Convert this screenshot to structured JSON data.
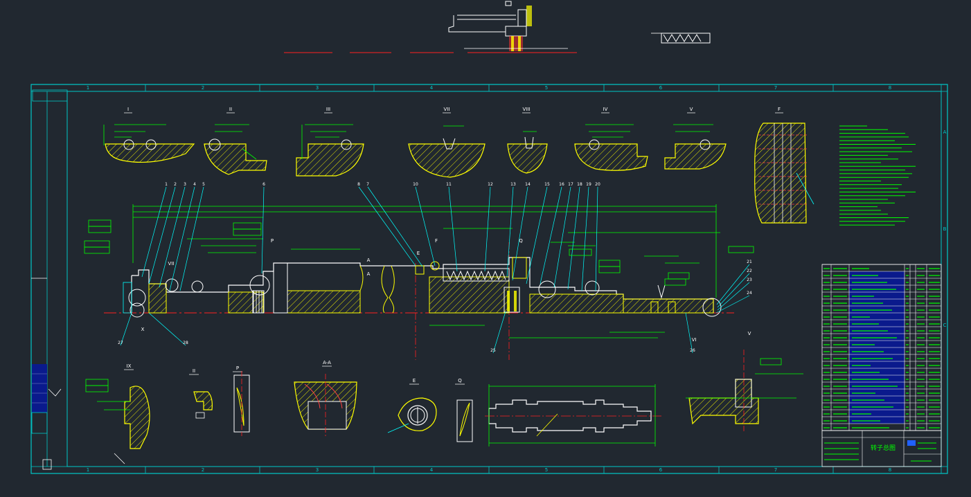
{
  "colors": {
    "background": "#212830",
    "frame": "#00c8c8",
    "geometry": "#ffff00",
    "dimension": "#00ff00",
    "leader": "#00ffff",
    "centerline": "#ff2020",
    "text": "#ffffff",
    "bom_fill": "#0a1a8c"
  },
  "grid": {
    "columns": [
      "1",
      "2",
      "3",
      "4",
      "5",
      "6",
      "7",
      "8"
    ],
    "rows": [
      "A",
      "B",
      "C"
    ]
  },
  "detail_views": {
    "top_row": [
      "I",
      "II",
      "III",
      "VII",
      "VIII",
      "IV",
      "V",
      "F"
    ],
    "bottom_row": [
      "IX",
      "II",
      "P",
      "A-A",
      "E",
      "Q"
    ]
  },
  "balloons": [
    "1",
    "2",
    "3",
    "4",
    "5",
    "6",
    "8",
    "7",
    "10",
    "11",
    "12",
    "13",
    "14",
    "15",
    "16",
    "17",
    "18",
    "19",
    "20",
    "21",
    "22",
    "23",
    "24",
    "25",
    "26",
    "27",
    "28"
  ],
  "section_marks": [
    "A",
    "A",
    "E",
    "F",
    "Q",
    "P",
    "X",
    "VII",
    "VI",
    "V"
  ],
  "title_block": {
    "drawing_title": "转子总图"
  }
}
